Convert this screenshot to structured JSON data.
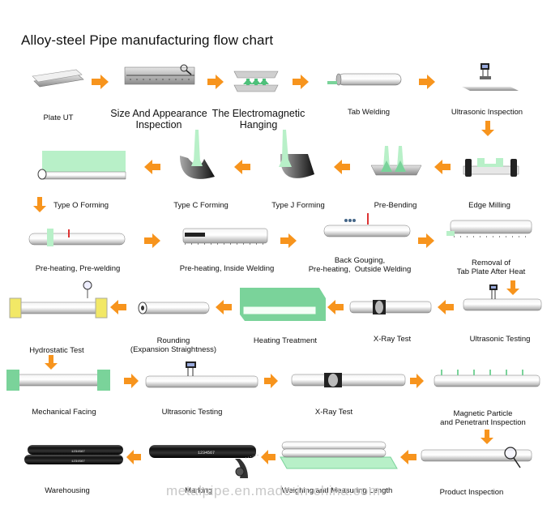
{
  "title": "Alloy-steel Pipe manufacturing flow chart",
  "watermark": "metalpipe.en.made-in-china.com",
  "steps": [
    {
      "label": "Plate UT",
      "icon": "plate-icon"
    },
    {
      "label": "Size And Appearance\nInspection",
      "icon": "plate-inspection-icon"
    },
    {
      "label": "The Electromagnetic\nHanging",
      "icon": "electromagnet-hanging-icon"
    },
    {
      "label": "Tab Welding",
      "icon": "tab-welding-icon"
    },
    {
      "label": "Ultrasonic Inspection",
      "icon": "ultrasonic-probe-icon"
    },
    {
      "label": "Edge Milling",
      "icon": "edge-milling-icon"
    },
    {
      "label": "Pre-Bending",
      "icon": "pre-bending-icon"
    },
    {
      "label": "Type J Forming",
      "icon": "j-forming-icon"
    },
    {
      "label": "Type C Forming",
      "icon": "c-forming-icon"
    },
    {
      "label": "Type O Forming",
      "icon": "o-forming-icon"
    },
    {
      "label": "Pre-heating,  Pre-welding",
      "icon": "pre-welding-icon"
    },
    {
      "label": "Pre-heating,  Inside Welding",
      "icon": "inside-welding-icon"
    },
    {
      "label": "Back Gouging,\nPre-heating,  Outside Welding",
      "icon": "outside-welding-icon"
    },
    {
      "label": "Removal of\nTab Plate After Heat",
      "icon": "tab-removal-icon"
    },
    {
      "label": "Ultrasonic Testing",
      "icon": "ultrasonic-testing-icon"
    },
    {
      "label": "X-Ray Test",
      "icon": "xray-icon"
    },
    {
      "label": "Heating Treatment",
      "icon": "heating-furnace-icon"
    },
    {
      "label": "Rounding\n(Expansion Straightness)",
      "icon": "rounding-icon"
    },
    {
      "label": "Hydrostatic Test",
      "icon": "hydrostatic-icon"
    },
    {
      "label": "Mechanical Facing",
      "icon": "facing-icon"
    },
    {
      "label": "Ultrasonic Testing",
      "icon": "ultrasonic-testing-icon"
    },
    {
      "label": "X-Ray Test",
      "icon": "xray-icon"
    },
    {
      "label": "Magnetic Particle\nand Penetrant Inspection",
      "icon": "magnetic-particle-icon"
    },
    {
      "label": "Product Inspection",
      "icon": "magnifier-pipe-icon"
    },
    {
      "label": "Weighing and Measuring Length",
      "icon": "weighing-icon"
    },
    {
      "label": "Marking",
      "icon": "spray-marking-icon"
    },
    {
      "label": "Warehousing",
      "icon": "stacked-pipes-icon"
    }
  ],
  "marks": [
    "1234567",
    "1234567",
    "1234567"
  ],
  "colors": {
    "arrow": "#f7941d",
    "accent": "#b8f0c8",
    "pipe": "#d9d9d9",
    "dark": "#1a1a1a"
  }
}
